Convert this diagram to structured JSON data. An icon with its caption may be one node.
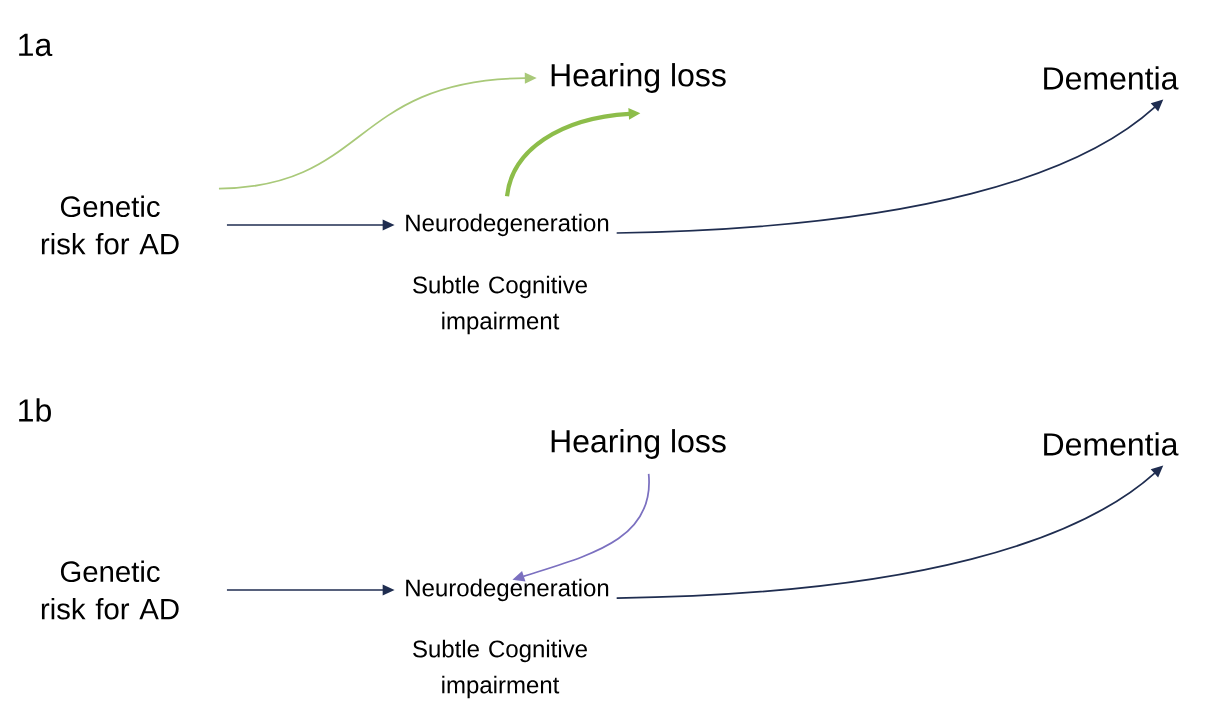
{
  "diagram": {
    "nodes": [
      {
        "text": [
          "Genetic risk for AD"
        ]
      },
      {
        "text": [
          "Hearing loss"
        ]
      },
      {
        "text": [
          "Neurodegeneration"
        ],
        "beside": [
          "Subtle Cognitive impairment"
        ]
      },
      {
        "text": [
          "Dementia"
        ]
      },
      {
        "text": [
          "Genetic risk for AD"
        ]
      },
      {
        "text": [
          "Hearing loss"
        ]
      },
      {
        "text": [
          "Neurodegeneration"
        ],
        "beside": [
          "Subtle Cognitive impairment"
        ]
      },
      {
        "text": [
          "Dementia"
        ]
      }
    ],
    "edges": [
      {
        "from": 0,
        "to": 1,
        "arrow": "to",
        "color": "#a9c979"
      },
      {
        "from": 0,
        "to": 2,
        "arrow": "to"
      },
      {
        "from": 2,
        "to": 1,
        "arrow": "to",
        "color": "#8dbd4a",
        "style": "thick"
      },
      {
        "from": 2,
        "to": 3,
        "arrow": "to"
      },
      {
        "from": 4,
        "to": 6,
        "arrow": "to"
      },
      {
        "from": 5,
        "to": 6,
        "arrow": "to",
        "color": "#7b70c0"
      },
      {
        "from": 6,
        "to": 7,
        "arrow": "to"
      }
    ],
    "labels": [
      "1a",
      "1b"
    ]
  }
}
